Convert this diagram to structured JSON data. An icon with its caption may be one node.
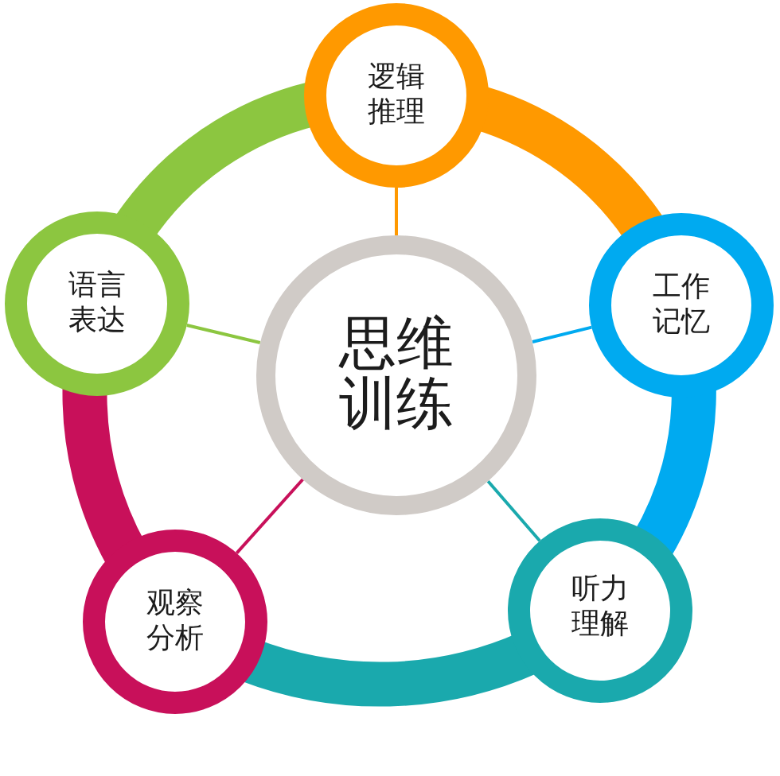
{
  "diagram": {
    "nodes": [
      {
        "text": [
          "思维训练"
        ]
      },
      {
        "text": [
          "逻辑推理"
        ]
      },
      {
        "text": [
          "工作记忆"
        ]
      },
      {
        "text": [
          "听力理解"
        ]
      },
      {
        "text": [
          "观察分析"
        ]
      },
      {
        "text": [
          "语言表达"
        ]
      }
    ],
    "edges": [
      {
        "from": 0,
        "to": 1,
        "arrow": "none",
        "color": "#ff9900"
      },
      {
        "from": 0,
        "to": 2,
        "arrow": "none",
        "color": "#00aaf0"
      },
      {
        "from": 0,
        "to": 3,
        "arrow": "none",
        "color": "#1aa9ad"
      },
      {
        "from": 0,
        "to": 4,
        "arrow": "none",
        "color": "#c8105a"
      },
      {
        "from": 0,
        "to": 5,
        "arrow": "none",
        "color": "#8cc640"
      },
      {
        "from": 1,
        "to": 2,
        "arrow": "none",
        "style": "thick",
        "color": "#ff9900"
      },
      {
        "from": 2,
        "to": 3,
        "arrow": "none",
        "style": "thick",
        "color": "#00aaf0"
      },
      {
        "from": 3,
        "to": 4,
        "arrow": "none",
        "style": "thick",
        "color": "#1aa9ad"
      },
      {
        "from": 4,
        "to": 5,
        "arrow": "none",
        "style": "thick",
        "color": "#c8105a"
      },
      {
        "from": 5,
        "to": 1,
        "arrow": "none",
        "style": "thick",
        "color": "#8cc640"
      }
    ]
  }
}
